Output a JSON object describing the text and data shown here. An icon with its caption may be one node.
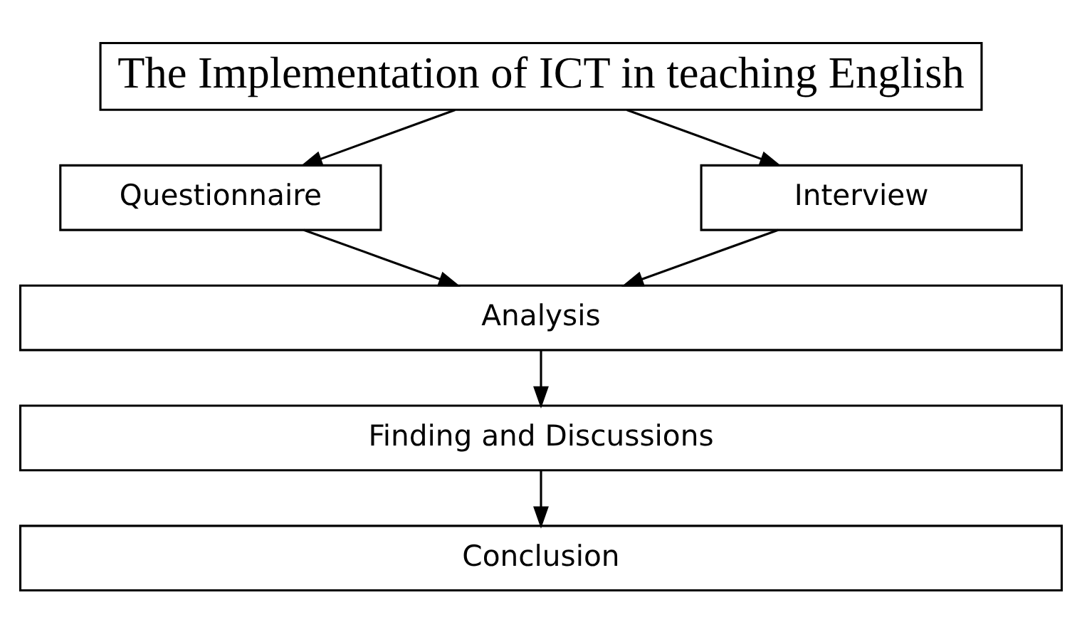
{
  "diagram": {
    "nodes": [
      {
        "text": [
          "The Implementation of ICT in teaching English"
        ]
      },
      {
        "text": [
          "Questionnaire"
        ]
      },
      {
        "text": [
          "Interview"
        ]
      },
      {
        "text": [
          "Analysis"
        ]
      },
      {
        "text": [
          "Finding and Discussions"
        ]
      },
      {
        "text": [
          "Conclusion"
        ]
      }
    ],
    "edges": [
      {
        "from": 0,
        "to": 1,
        "arrow": "to"
      },
      {
        "from": 0,
        "to": 2,
        "arrow": "to"
      },
      {
        "from": 1,
        "to": 3,
        "arrow": "to"
      },
      {
        "from": 2,
        "to": 3,
        "arrow": "to"
      },
      {
        "from": 3,
        "to": 4,
        "arrow": "to"
      },
      {
        "from": 4,
        "to": 5,
        "arrow": "to"
      }
    ]
  }
}
